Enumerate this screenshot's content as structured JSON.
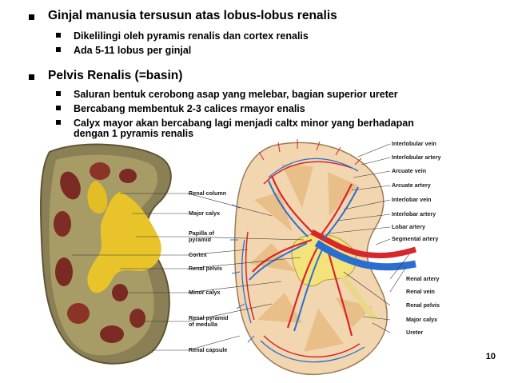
{
  "bullets": {
    "b1": "Ginjal  manusia tersusun atas lobus-lobus renalis",
    "b1_sub": [
      "Dikelilingi oleh pyramis renalis dan cortex renalis",
      "Ada 5-11 lobus per ginjal"
    ],
    "b2": "Pelvis Renalis (=basin)",
    "b2_sub": [
      "Saluran  bentuk cerobong asap yang melebar, bagian superior ureter",
      "Bercabang membentuk 2-3 calices rmayor enalis",
      "Calyx mayor akan bercabang lagi menjadi caltx minor yang berhadapan"
    ],
    "b2_sub_cont": "dengan 1 pyramis renalis"
  },
  "left_labels": {
    "renal_column": "Renal column",
    "major_calyx": "Major calyx",
    "papilla_1": "Papilla of",
    "papilla_2": "pyramid",
    "cortex": "Cortex",
    "renal_pelvis": "Renal pelvis",
    "minor_calyx": "Minor calyx",
    "renal_pyramid_1": "Renal pyramid",
    "renal_pyramid_2": "of medulla",
    "renal_capsule": "Renal capsule"
  },
  "right_labels": {
    "interlobular_vein": "Interlobular vein",
    "interlobular_artery": "Interlobular artery",
    "arcuate_vein": "Arcuate vein",
    "arcuate_artery": "Arcuate artery",
    "interlobar_vein": "Interlobar vein",
    "interlobar_artery": "Interlobar artery",
    "lobar_artery": "Lobar artery",
    "segmental_artery": "Segmental artery",
    "renal_artery": "Renal artery",
    "renal_vein": "Renal vein",
    "renal_pelvis": "Renal pelvis",
    "major_calyx": "Major calyx",
    "ureter": "Ureter"
  },
  "page_number": "10",
  "colors": {
    "artery": "#d7262c",
    "vein": "#2a6fd0",
    "cortex": "#f2d6b0",
    "pyramid": "#e8bf88",
    "pelvis": "#f3e37a"
  }
}
